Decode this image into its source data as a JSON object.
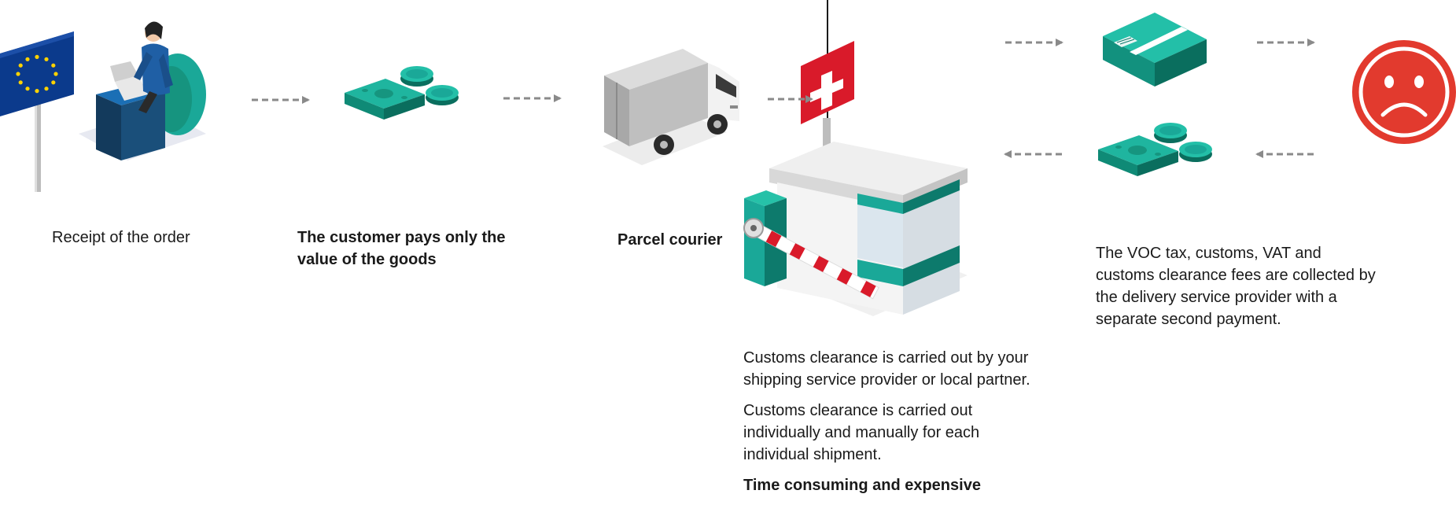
{
  "steps": [
    {
      "label": "Receipt of the order",
      "bold": false
    },
    {
      "label": "The customer pays only the value of the goods",
      "bold": true
    },
    {
      "label": "Parcel courier",
      "bold": true
    }
  ],
  "customs": {
    "paragraphs": [
      "Customs clearance is carried out by your shipping service provider or local partner.",
      "Customs clearance is carried out individually and manually for each individual shipment."
    ],
    "conclusion": "Time consuming and expensive"
  },
  "fees_note": "The VOC tax, customs, VAT and customs clearance fees are collected by the delivery service provider with a separate second payment.",
  "icons": {
    "order": "eu-flag-customer-laptop-icon",
    "payment": "money-coins-icon",
    "courier": "delivery-truck-icon",
    "border": "swiss-flag-customs-barrier-icon",
    "parcel": "parcel-box-icon",
    "second_payment": "money-coins-icon",
    "outcome": "sad-face-icon"
  },
  "colors": {
    "teal": "#1aa898",
    "teal_dark": "#0d7a6c",
    "eu_blue": "#0b3a8c",
    "swiss_red": "#d91a2a",
    "sad_red": "#e23a2e",
    "arrow_gray": "#8a8a8a"
  }
}
